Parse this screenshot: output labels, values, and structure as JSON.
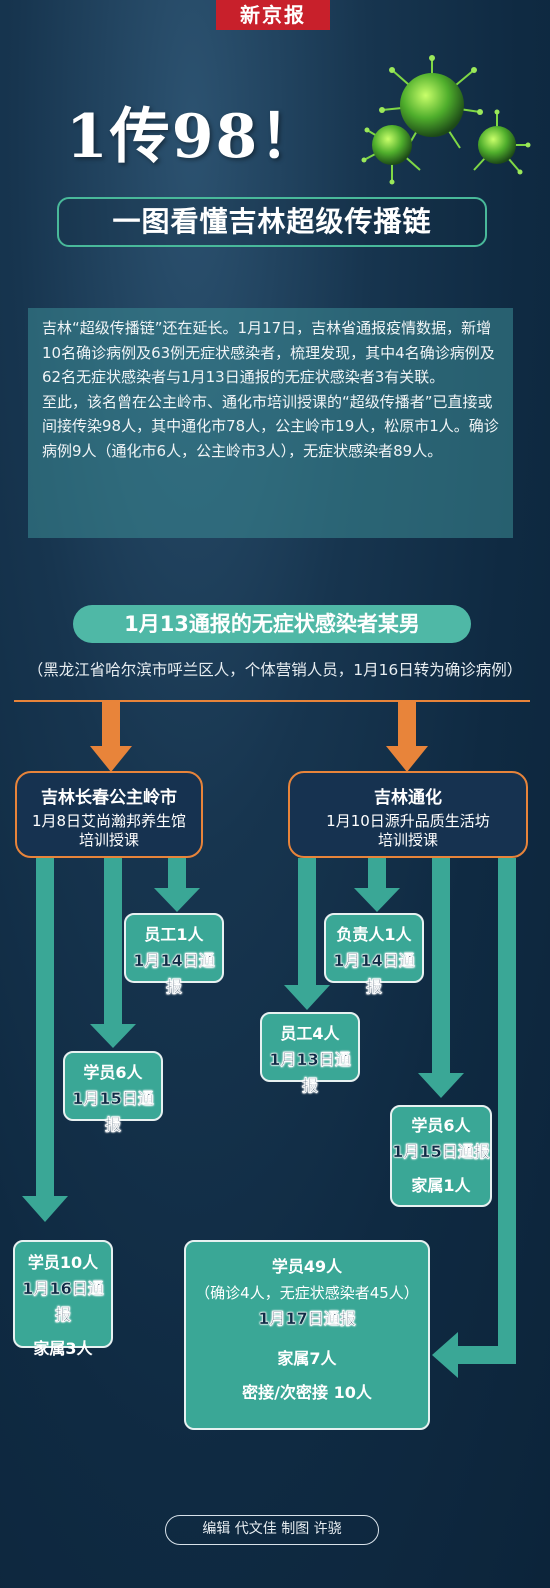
{
  "logo": "新京报",
  "title": "1传98！",
  "subtitle": "一图看懂吉林超级传播链",
  "summary": {
    "p1": "吉林“超级传播链”还在延长。1月17日，吉林省通报疫情数据，新增10名确诊病例及63例无症状感染者，梳理发现，其中4名确诊病例及62名无症状感染者与1月13日通报的无症状感染者3有关联。",
    "p2": "至此，该名曾在公主岭市、通化市培训授课的“超级传播者”已直接或间接传染98人，其中通化市78人，公主岭市19人，松原市1人。确诊病例9人（通化市6人，公主岭市3人），无症状感染者89人。"
  },
  "origin": {
    "title": "1月13通报的无症状感染者某男",
    "desc": "（黑龙江省哈尔滨市呼兰区人，个体营销人员，1月16日转为确诊病例）"
  },
  "branches": {
    "left": {
      "title": "吉林长春公主岭市",
      "line1": "1月8日艾尚瀚邦养生馆",
      "line2": "培训授课"
    },
    "right": {
      "title": "吉林通化",
      "line1": "1月10日源升品质生活坊",
      "line2": "培训授课"
    }
  },
  "nodes": {
    "l_staff": {
      "label": "员工1人",
      "date": "1月14日通报"
    },
    "l_student6": {
      "label": "学员6人",
      "date": "1月15日通报"
    },
    "l_student10": {
      "label": "学员10人",
      "date": "1月16日通报",
      "extra": "家属3人"
    },
    "r_head": {
      "label": "负责人1人",
      "date": "1月14日通报"
    },
    "r_staff4": {
      "label": "员工4人",
      "date": "1月13日通报"
    },
    "r_student6": {
      "label": "学员6人",
      "date": "1月15日通报",
      "extra": "家属1人"
    },
    "r_student49": {
      "label": "学员49人",
      "note": "（确诊4人，无症状感染者45人）",
      "date": "1月17日通报",
      "extra": "家属7人",
      "extra2": "密接/次密接 10人"
    }
  },
  "footer": "编辑 代文佳 制图 许骁",
  "colors": {
    "accent_orange": "#e8843a",
    "teal": "#4fb8a6",
    "brand_red": "#c8202b"
  }
}
